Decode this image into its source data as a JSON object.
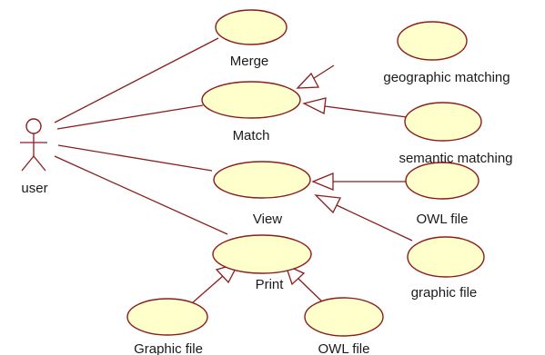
{
  "diagram": {
    "actor": {
      "label": "user"
    },
    "use_cases": {
      "merge": "Merge",
      "match": "Match",
      "view": "View",
      "print": "Print",
      "geographic_matching": "geographic matching",
      "semantic_matching": "semantic matching",
      "view_owl_file": "OWL file",
      "view_graphic_file": "graphic file",
      "print_graphic_file": "Graphic file",
      "print_owl_file": "OWL file"
    },
    "colors": {
      "use_case_fill": "#ffffcc",
      "line": "#8b1d1d",
      "text": "#1a1a1a"
    }
  }
}
